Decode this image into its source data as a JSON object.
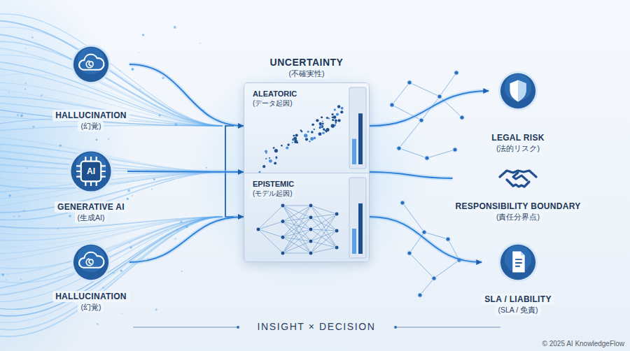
{
  "diagram": {
    "nodes": [
      {
        "text": [
          "HALLUCINATION",
          "(幻覚)"
        ]
      },
      {
        "text": [
          "AI",
          "GENERATIVE AI",
          "(生成AI)"
        ]
      },
      {
        "text": [
          "HALLUCINATION",
          "(幻覚)"
        ]
      },
      {
        "text": [
          "UNCERTAINTY",
          "(不確実性)"
        ]
      },
      {
        "text": [
          "ALEATORIC",
          "(データ起因)"
        ],
        "in": 3
      },
      {
        "text": [
          "EPISTEMIC",
          "(モデル起因)"
        ],
        "in": 3
      },
      {
        "text": [
          "LEGAL RISK",
          "(法的リスク)"
        ]
      },
      {
        "text": [
          "RESPONSIBILITY BOUNDARY",
          "(責任分界点)"
        ]
      },
      {
        "text": [
          "SLA / LIABILITY",
          "(SLA / 免責)"
        ]
      }
    ],
    "edges": [
      {
        "from": 0,
        "to": 3,
        "arrow": "to"
      },
      {
        "from": 1,
        "to": 3,
        "arrow": "to"
      },
      {
        "from": 2,
        "to": 3,
        "arrow": "to"
      },
      {
        "from": 3,
        "to": 6,
        "arrow": "to"
      },
      {
        "from": 3,
        "to": 7,
        "arrow": "none"
      },
      {
        "from": 3,
        "to": 8,
        "arrow": "to"
      }
    ],
    "labels": [
      "INSIGHT × DECISION",
      "© 2025 AI KnowledgeFlow"
    ]
  }
}
